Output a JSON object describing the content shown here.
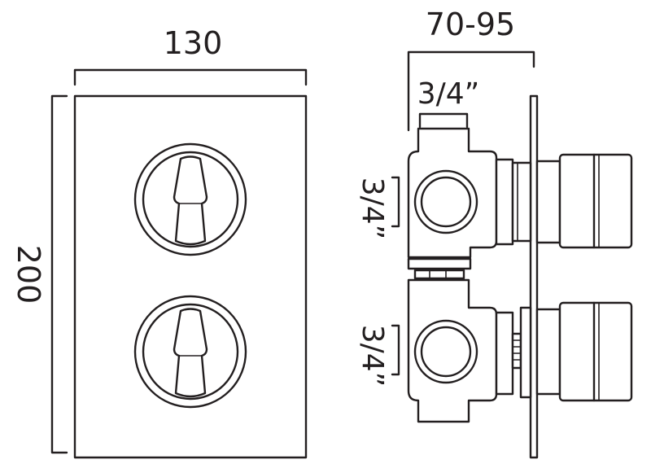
{
  "dimensions": {
    "plate_width": "130",
    "plate_height": "200",
    "depth": "70-95",
    "top_inlet": "3/4”",
    "side_upper": "3/4”",
    "side_lower": "3/4”"
  }
}
